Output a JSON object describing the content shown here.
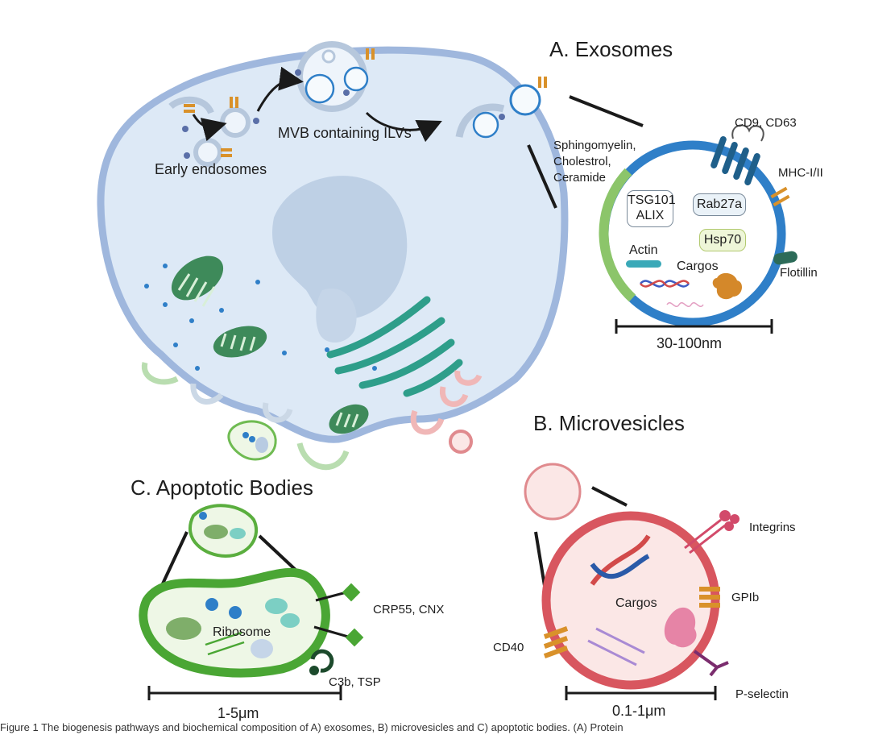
{
  "labels": {
    "exosomes_title": "A. Exosomes",
    "microvesicles_title": "B. Microvesicles",
    "apoptotic_title": "C. Apoptotic Bodies",
    "early_endosomes": "Early endosomes",
    "mvb": "MVB containing ILVs",
    "lipids_1": "Sphingomyelin,",
    "lipids_2": "Cholestrol,",
    "lipids_3": "Ceramide",
    "cd9_cd63": "CD9, CD63",
    "mhc": "MHC-I/II",
    "tsg101_1": "TSG101",
    "tsg101_2": "ALIX",
    "rab27a": "Rab27a",
    "actin": "Actin",
    "hsp70": "Hsp70",
    "cargos_exo": "Cargos",
    "flotillin": "Flotillin",
    "size_exo": "30-100nm",
    "integrins": "Integrins",
    "gpib": "GPIb",
    "cargos_mv": "Cargos",
    "cd40": "CD40",
    "pselectin": "P-selectin",
    "size_mv": "0.1-1μm",
    "crp55": "CRP55, CNX",
    "ribosome": "Ribosome",
    "c3b": "C3b, TSP",
    "size_ab": "1-5μm"
  },
  "caption": "Figure 1  The biogenesis pathways and biochemical composition of A) exosomes, B) microvesicles and C) apoptotic bodies. (A) Protein",
  "colors": {
    "cell_fill": "#dde9f6",
    "cell_membrane": "#9fb7dd",
    "exosome_ring": "#2f7fc8",
    "lipid_arc": "#8cc56a",
    "mv_ring": "#d8565f",
    "mv_fill": "#fbe7e6",
    "ab_ring": "#4aa634",
    "ab_fill": "#eef7e6",
    "mito": "#3e8a5a",
    "er": "#2e9e8a"
  }
}
